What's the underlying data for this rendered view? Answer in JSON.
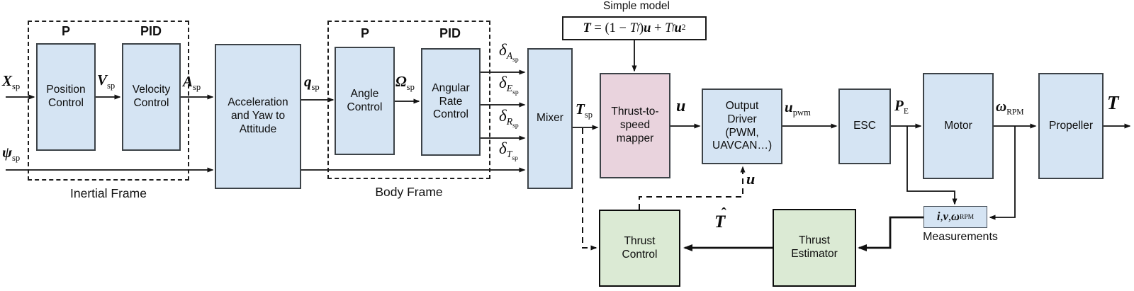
{
  "frames": {
    "inertial": "Inertial Frame",
    "body": "Body Frame"
  },
  "gains": {
    "pos": "P",
    "vel": "PID",
    "ang": "P",
    "rate": "PID"
  },
  "blocks": {
    "position_control": "Position Control",
    "velocity_control": "Velocity Control",
    "accel_yaw": "Acceleration and Yaw to Attitude",
    "angle_control": "Angle Control",
    "angular_rate_control": "Angular Rate Control",
    "mixer": "Mixer",
    "thrust_mapper": "Thrust-to-speed mapper",
    "output_driver": "Output Driver (PWM, UAVCAN…)",
    "esc": "ESC",
    "motor": "Motor",
    "propeller": "Propeller",
    "thrust_control": "Thrust Control",
    "thrust_estimator": "Thrust Estimator"
  },
  "simple_model": {
    "title": "Simple model",
    "eq": {
      "T": "T",
      "rel": " = (1 − ",
      "Tf": "T",
      "f": "f",
      "close": ")",
      "u": "u",
      "plus": " + ",
      "Tf2": "T",
      "f2": "f",
      "u2": "u",
      "sup": "2"
    }
  },
  "signals": {
    "x_sp": {
      "base": "X",
      "sub": "sp"
    },
    "psi_sp": {
      "base": "ψ",
      "sub": "sp"
    },
    "v_sp": {
      "base": "V",
      "sub": "sp"
    },
    "a_sp": {
      "base": "A",
      "sub": "sp"
    },
    "q_sp": {
      "base": "q",
      "sub": "sp"
    },
    "omega_sp": {
      "base": "Ω",
      "sub": "sp"
    },
    "delta_a": {
      "base": "δ",
      "sub": "A",
      "subsub": "sp"
    },
    "delta_e": {
      "base": "δ",
      "sub": "E",
      "subsub": "sp"
    },
    "delta_r": {
      "base": "δ",
      "sub": "R",
      "subsub": "sp"
    },
    "delta_t": {
      "base": "δ",
      "sub": "T",
      "subsub": "sp"
    },
    "t_sp": {
      "base": "T",
      "sub": "sp"
    },
    "u": {
      "base": "u"
    },
    "u_pwm": {
      "base": "u",
      "sub": "pwm"
    },
    "p_e": {
      "base": "P",
      "sub": "E"
    },
    "omega_rpm": {
      "base": "ω",
      "sub": "RPM"
    },
    "thrust_out": {
      "base": "T"
    },
    "u_feedback": {
      "base": "u"
    },
    "t_hat": {
      "base": "T",
      "hat": "ˆ"
    }
  },
  "measurements": {
    "caption": "Measurements",
    "box": {
      "i": "i",
      "sep1": ", ",
      "v": "v",
      "sep2": ", ",
      "omega": "ω",
      "sub": "RPM"
    }
  },
  "colors": {
    "block_blue": "#d5e4f3",
    "block_pink": "#e9d3dd",
    "block_green": "#dbead4",
    "border_dark": "#3c4247"
  }
}
